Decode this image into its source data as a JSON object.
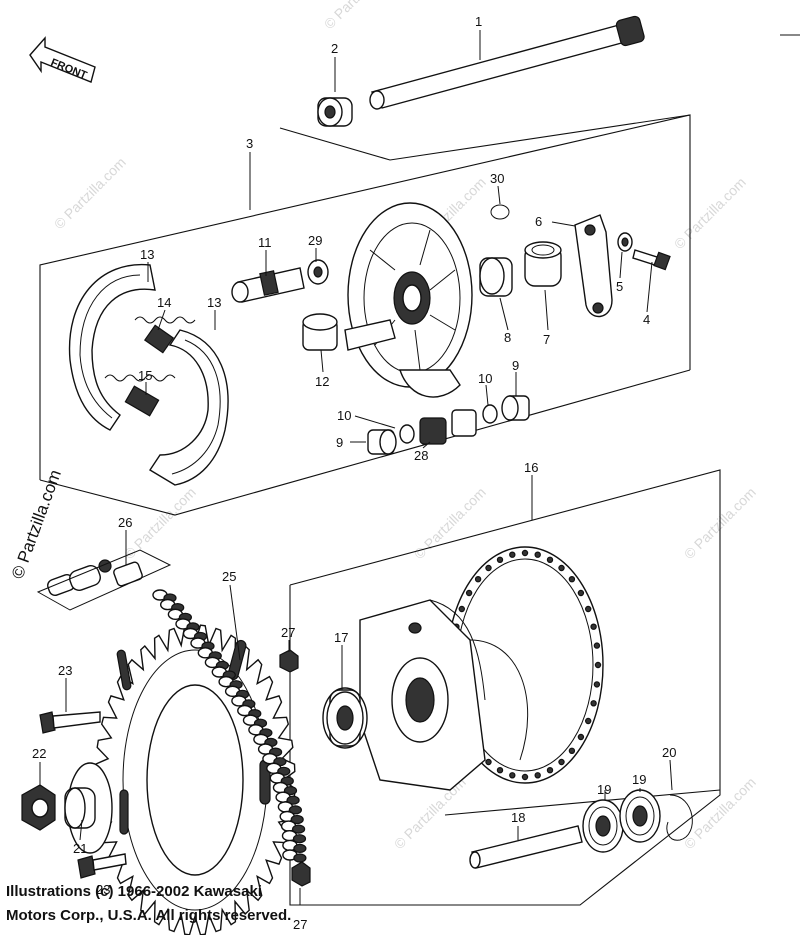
{
  "front_arrow": {
    "label": "FRONT"
  },
  "watermark": {
    "text": "© Partzilla.com",
    "side_text": "© Partzilla.com"
  },
  "copyright": {
    "line1": "Illustrations (c) 1966-2002 Kawasaki",
    "line2": "Motors Corp., U.S.A.  All rights reserved."
  },
  "callouts": [
    {
      "id": "c1",
      "label": "1"
    },
    {
      "id": "c2",
      "label": "2"
    },
    {
      "id": "c3",
      "label": "3"
    },
    {
      "id": "c4",
      "label": "4"
    },
    {
      "id": "c5",
      "label": "5"
    },
    {
      "id": "c6",
      "label": "6"
    },
    {
      "id": "c7",
      "label": "7"
    },
    {
      "id": "c8",
      "label": "8"
    },
    {
      "id": "c9a",
      "label": "9"
    },
    {
      "id": "c9b",
      "label": "9"
    },
    {
      "id": "c10a",
      "label": "10"
    },
    {
      "id": "c10b",
      "label": "10"
    },
    {
      "id": "c11",
      "label": "11"
    },
    {
      "id": "c12",
      "label": "12"
    },
    {
      "id": "c13a",
      "label": "13"
    },
    {
      "id": "c13b",
      "label": "13"
    },
    {
      "id": "c14",
      "label": "14"
    },
    {
      "id": "c15",
      "label": "15"
    },
    {
      "id": "c16",
      "label": "16"
    },
    {
      "id": "c17",
      "label": "17"
    },
    {
      "id": "c18",
      "label": "18"
    },
    {
      "id": "c19a",
      "label": "19"
    },
    {
      "id": "c19b",
      "label": "19"
    },
    {
      "id": "c20",
      "label": "20"
    },
    {
      "id": "c21",
      "label": "21"
    },
    {
      "id": "c22",
      "label": "22"
    },
    {
      "id": "c23a",
      "label": "23"
    },
    {
      "id": "c23b",
      "label": "23"
    },
    {
      "id": "c25",
      "label": "25"
    },
    {
      "id": "c26",
      "label": "26"
    },
    {
      "id": "c27a",
      "label": "27"
    },
    {
      "id": "c27b",
      "label": "27"
    },
    {
      "id": "c28",
      "label": "28"
    },
    {
      "id": "c29",
      "label": "29"
    },
    {
      "id": "c30",
      "label": "30"
    }
  ]
}
